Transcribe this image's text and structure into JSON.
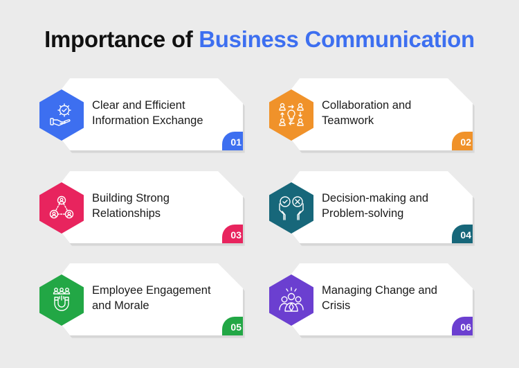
{
  "title": {
    "prefix": "Importance of",
    "highlight": "Business Communication",
    "highlight_color": "#3d6ff0"
  },
  "items": [
    {
      "number": "01",
      "line1": "Clear and Efficient",
      "line2": "Information Exchange",
      "color": "#3d6ff0",
      "icon": "hand-gear-check-icon"
    },
    {
      "number": "02",
      "line1": "Collaboration and",
      "line2": "Teamwork",
      "color": "#f0922a",
      "icon": "team-idea-cycle-icon"
    },
    {
      "number": "03",
      "line1": "Building Strong",
      "line2": "Relationships",
      "color": "#e8245e",
      "icon": "network-people-icon"
    },
    {
      "number": "04",
      "line1": "Decision-making and",
      "line2": "Problem-solving",
      "color": "#17677a",
      "icon": "hands-choice-icon"
    },
    {
      "number": "05",
      "line1": "Employee Engagement",
      "line2": "and Morale",
      "color": "#22a745",
      "icon": "magnet-people-icon"
    },
    {
      "number": "06",
      "line1": "Managing Change and",
      "line2": "Crisis",
      "color": "#6b3fd0",
      "icon": "group-alert-icon"
    }
  ]
}
